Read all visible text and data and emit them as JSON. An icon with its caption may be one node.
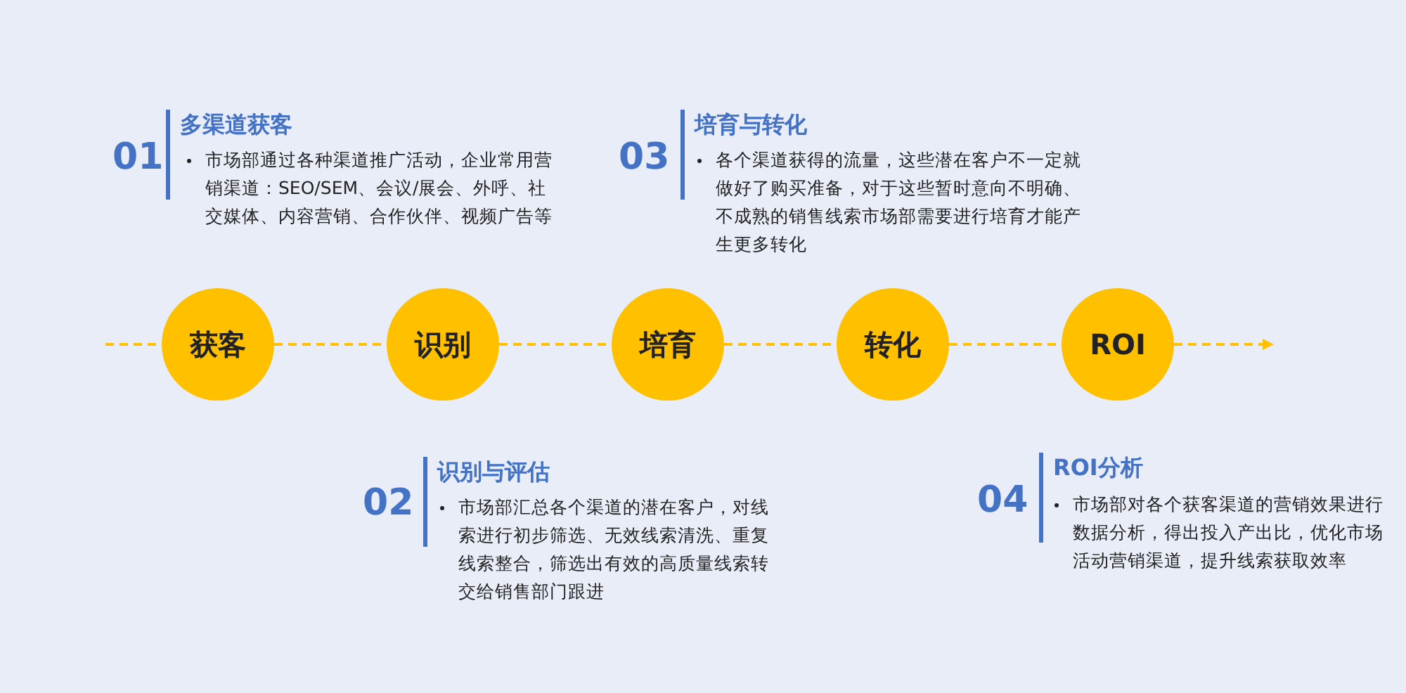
{
  "diagram": {
    "nodes": [
      {
        "text": [
          "获客"
        ]
      },
      {
        "text": [
          "识别"
        ]
      },
      {
        "text": [
          "培育"
        ]
      },
      {
        "text": [
          "转化"
        ]
      },
      {
        "text": [
          "ROI"
        ]
      }
    ],
    "edges": [
      {
        "from": null,
        "to": 0,
        "arrow": "none",
        "style": "dashed"
      },
      {
        "from": 0,
        "to": 1,
        "arrow": "none",
        "style": "dashed"
      },
      {
        "from": 1,
        "to": 2,
        "arrow": "none",
        "style": "dashed"
      },
      {
        "from": 2,
        "to": 3,
        "arrow": "none",
        "style": "dashed"
      },
      {
        "from": 3,
        "to": 4,
        "arrow": "none",
        "style": "dashed"
      },
      {
        "from": 4,
        "to": null,
        "arrow": "to",
        "style": "dashed"
      }
    ],
    "labels": [
      "01",
      "多渠道获客",
      "市场部通过各种渠道推广活动，企业常用营销渠道：SEO/SEM、会议/展会、外呼、社交媒体、内容营销、合作伙伴、视频广告等",
      "03",
      "培育与转化",
      "各个渠道获得的流量，这些潜在客户不一定就做好了购买准备，对于这些暂时意向不明确、不成熟的销售线索市场部需要进行培育才能产生更多转化",
      "02",
      "识别与评估",
      "市场部汇总各个渠道的潜在客户，对线索进行初步筛选、无效线索清洗、重复线索整合，筛选出有效的高质量线索转交给销售部门跟进",
      "04",
      "ROI分析",
      "市场部对各个获客渠道的营销效果进行数据分析，得出投入产出比，优化市场活动营销渠道，提升线索获取效率"
    ]
  }
}
